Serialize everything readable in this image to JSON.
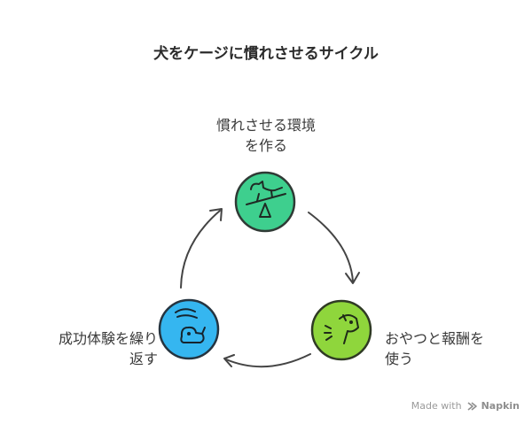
{
  "title": "犬をケージに慣れさせるサイクル",
  "steps": [
    {
      "line1": "慣れさせる環境",
      "line2": "を作る",
      "color": "#3ecf8e",
      "icon": "dog-seesaw-icon"
    },
    {
      "line1": "おやつと報酬を",
      "line2": "使う",
      "color": "#8fd63c",
      "icon": "dog-treat-icon"
    },
    {
      "line1": "成功体験を繰り",
      "line2": "返す",
      "color": "#35b6f0",
      "icon": "dog-hand-icon"
    }
  ],
  "footer": {
    "made_with": "Made with",
    "brand": "Napkin"
  }
}
